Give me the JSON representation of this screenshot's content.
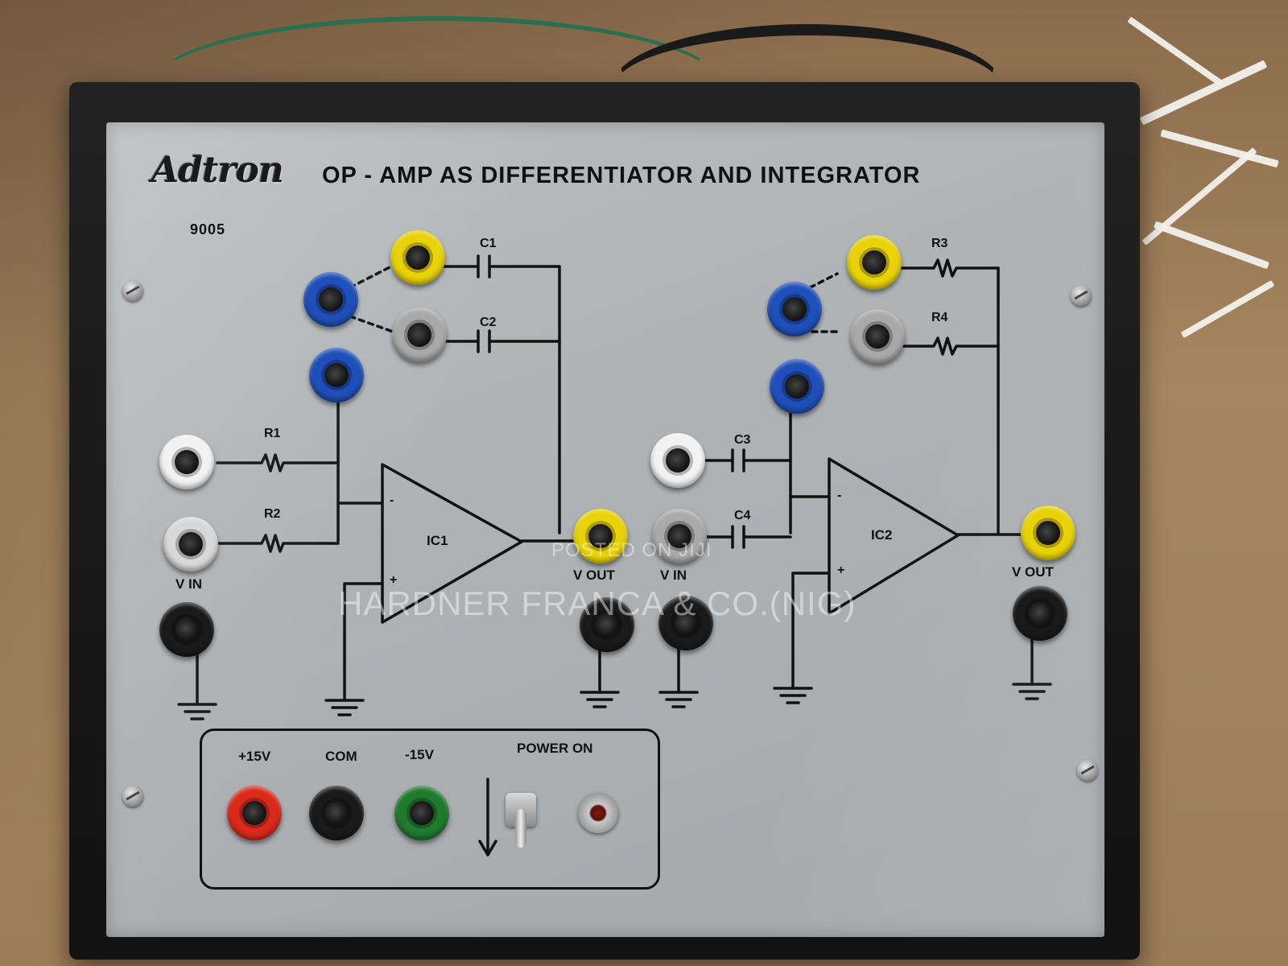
{
  "panel": {
    "brand": "Adtron",
    "model": "9005",
    "title": "OP - AMP AS DIFFERENTIATOR AND INTEGRATOR"
  },
  "left_circuit": {
    "c1": "C1",
    "c2": "C2",
    "r1": "R1",
    "r2": "R2",
    "ic": "IC1",
    "minus": "-",
    "plus": "+",
    "vin": "V IN",
    "vout": "V OUT"
  },
  "right_circuit": {
    "c3": "C3",
    "c4": "C4",
    "r3": "R3",
    "r4": "R4",
    "ic": "IC2",
    "minus": "-",
    "plus": "+",
    "vin": "V IN",
    "vout": "V OUT"
  },
  "power": {
    "plus15": "+15V",
    "com": "COM",
    "minus15": "-15V",
    "power_on": "POWER ON"
  },
  "watermark": {
    "line1": "POSTED ON JIJI",
    "line2": "HARDNER FRANCA & CO.(NIG)"
  },
  "colors": {
    "yellow_jack": "#e8d20a",
    "blue_jack": "#1f4fb8",
    "white_jack": "#f2f2f2",
    "grey_jack": "#9a9a9a",
    "black_jack": "#1a1a1a",
    "red_jack": "#d92a1a",
    "green_jack": "#1f7a2e"
  }
}
